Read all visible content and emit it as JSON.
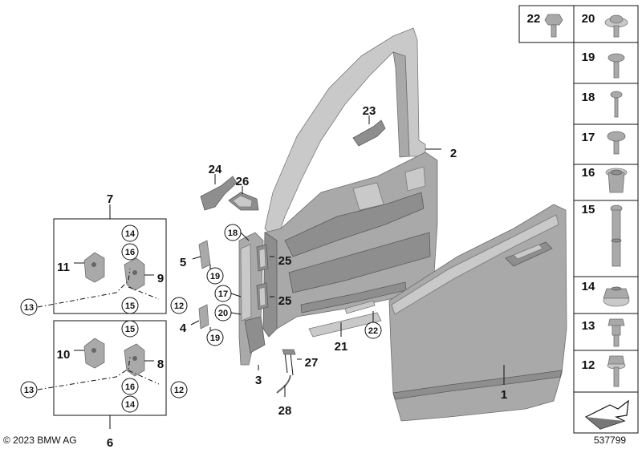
{
  "colors": {
    "part_fill": "#a9a9a9",
    "part_dark": "#8e8e8e",
    "part_light": "#c9c9c9",
    "line": "#111111",
    "background": "#ffffff"
  },
  "callouts": [
    {
      "id": "c1",
      "label": "1",
      "circled": false
    },
    {
      "id": "c2",
      "label": "2",
      "circled": false
    },
    {
      "id": "c3",
      "label": "3",
      "circled": false
    },
    {
      "id": "c4",
      "label": "4",
      "circled": false
    },
    {
      "id": "c5",
      "label": "5",
      "circled": false
    },
    {
      "id": "c6",
      "label": "6",
      "circled": false
    },
    {
      "id": "c7",
      "label": "7",
      "circled": false
    },
    {
      "id": "c8",
      "label": "8",
      "circled": false
    },
    {
      "id": "c9",
      "label": "9",
      "circled": false
    },
    {
      "id": "c10",
      "label": "10",
      "circled": false
    },
    {
      "id": "c11",
      "label": "11",
      "circled": false
    },
    {
      "id": "c21",
      "label": "21",
      "circled": false
    },
    {
      "id": "c23",
      "label": "23",
      "circled": false
    },
    {
      "id": "c24",
      "label": "24",
      "circled": false
    },
    {
      "id": "c26",
      "label": "26",
      "circled": false
    },
    {
      "id": "c27",
      "label": "27",
      "circled": false
    },
    {
      "id": "c28",
      "label": "28",
      "circled": false
    },
    {
      "id": "c25a",
      "label": "25",
      "circled": false
    },
    {
      "id": "c25b",
      "label": "25",
      "circled": false
    },
    {
      "id": "c14a",
      "label": "14",
      "circled": true
    },
    {
      "id": "c16a",
      "label": "16",
      "circled": true
    },
    {
      "id": "c15a",
      "label": "15",
      "circled": true
    },
    {
      "id": "c12a",
      "label": "12",
      "circled": true
    },
    {
      "id": "c13a",
      "label": "13",
      "circled": true
    },
    {
      "id": "c15b",
      "label": "15",
      "circled": true
    },
    {
      "id": "c16b",
      "label": "16",
      "circled": true
    },
    {
      "id": "c14b",
      "label": "14",
      "circled": true
    },
    {
      "id": "c12b",
      "label": "12",
      "circled": true
    },
    {
      "id": "c13b",
      "label": "13",
      "circled": true
    },
    {
      "id": "c19a",
      "label": "19",
      "circled": true
    },
    {
      "id": "c19b",
      "label": "19",
      "circled": true
    },
    {
      "id": "c18",
      "label": "18",
      "circled": true
    },
    {
      "id": "c17",
      "label": "17",
      "circled": true
    },
    {
      "id": "c20",
      "label": "20",
      "circled": true
    },
    {
      "id": "c22",
      "label": "22",
      "circled": true
    }
  ],
  "fastener_table": [
    {
      "id": "t22",
      "label": "22",
      "icon": "hex-bolt-icon"
    },
    {
      "id": "t20",
      "label": "20",
      "icon": "torx-screw-washer-icon"
    },
    {
      "id": "t19",
      "label": "19",
      "icon": "torx-screw-icon"
    },
    {
      "id": "t18",
      "label": "18",
      "icon": "pan-screw-icon"
    },
    {
      "id": "t17",
      "label": "17",
      "icon": "torx-dome-screw-icon"
    },
    {
      "id": "t16",
      "label": "16",
      "icon": "bushing-icon"
    },
    {
      "id": "t15",
      "label": "15",
      "icon": "hinge-pin-icon"
    },
    {
      "id": "t14",
      "label": "14",
      "icon": "flange-nut-icon"
    },
    {
      "id": "t13",
      "label": "13",
      "icon": "shoulder-bolt-icon"
    },
    {
      "id": "t12",
      "label": "12",
      "icon": "hex-flange-bolt-icon"
    },
    {
      "id": "t0",
      "label": "",
      "icon": "arrow-notice-icon"
    }
  ],
  "footer": {
    "copyright": "© 2023 BMW AG",
    "diagram_number": "537799"
  }
}
